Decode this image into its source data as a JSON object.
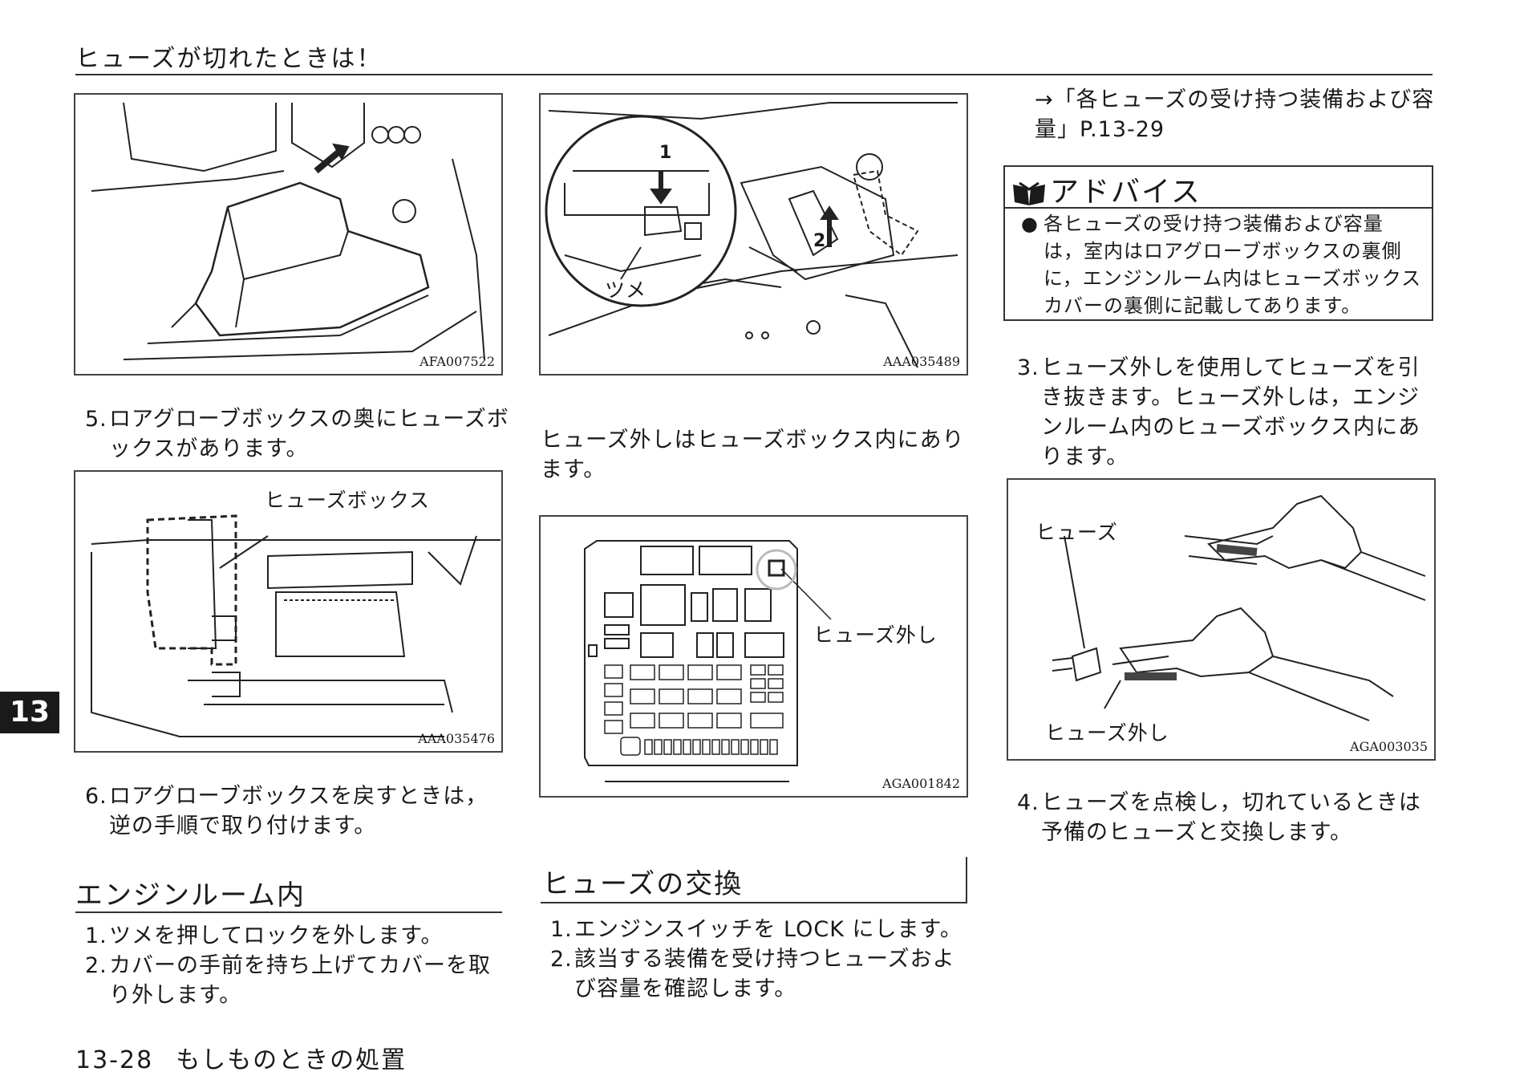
{
  "header": {
    "title": "ヒューズが切れたときは！"
  },
  "tab_number": "13",
  "figures": {
    "glovebox": {
      "code": "AFA007522"
    },
    "fusebox_location": {
      "code": "AAA035476",
      "label": "ヒューズボックス"
    },
    "engine_cover": {
      "code": "AAA035489",
      "label_1": "1",
      "label_2": "2",
      "label_claw": "ツメ"
    },
    "fuse_panel": {
      "code": "AGA001842",
      "label": "ヒューズ外し"
    },
    "fuse_puller": {
      "code": "AGA003035",
      "label_fuse": "ヒューズ",
      "label_puller": "ヒューズ外し"
    }
  },
  "left_column": {
    "step5": {
      "num": "5.",
      "text": "ロアグローブボックスの奥にヒューズボックスがあります。"
    },
    "step6": {
      "num": "6.",
      "text": "ロアグローブボックスを戻すときは，逆の手順で取り付けます。"
    },
    "section": "エンジンルーム内",
    "steps": [
      {
        "num": "1.",
        "text": "ツメを押してロックを外します。"
      },
      {
        "num": "2.",
        "text": "カバーの手前を持ち上げてカバーを取り外します。"
      }
    ]
  },
  "middle_column": {
    "note": "ヒューズ外しはヒューズボックス内にあります。",
    "section": "ヒューズの交換",
    "steps": [
      {
        "num": "1.",
        "text": "エンジンスイッチを LOCK にします。"
      },
      {
        "num": "2.",
        "text": "該当する装備を受け持つヒューズおよび容量を確認します。"
      }
    ]
  },
  "right_column": {
    "reference": "→「各ヒューズの受け持つ装備および容量」P.13-29",
    "advice": {
      "title": "アドバイス",
      "text": "各ヒューズの受け持つ装備および容量は，室内はロアグローブボックスの裏側に，エンジンルーム内はヒューズボックスカバーの裏側に記載してあります。"
    },
    "step3": {
      "num": "3.",
      "text": "ヒューズ外しを使用してヒューズを引き抜きます。ヒューズ外しは，エンジンルーム内のヒューズボックス内にあります。"
    },
    "step4": {
      "num": "4.",
      "text": "ヒューズを点検し，切れているときは予備のヒューズと交換します。"
    }
  },
  "footer": {
    "page": "13-28",
    "chapter": "もしものときの処置"
  }
}
